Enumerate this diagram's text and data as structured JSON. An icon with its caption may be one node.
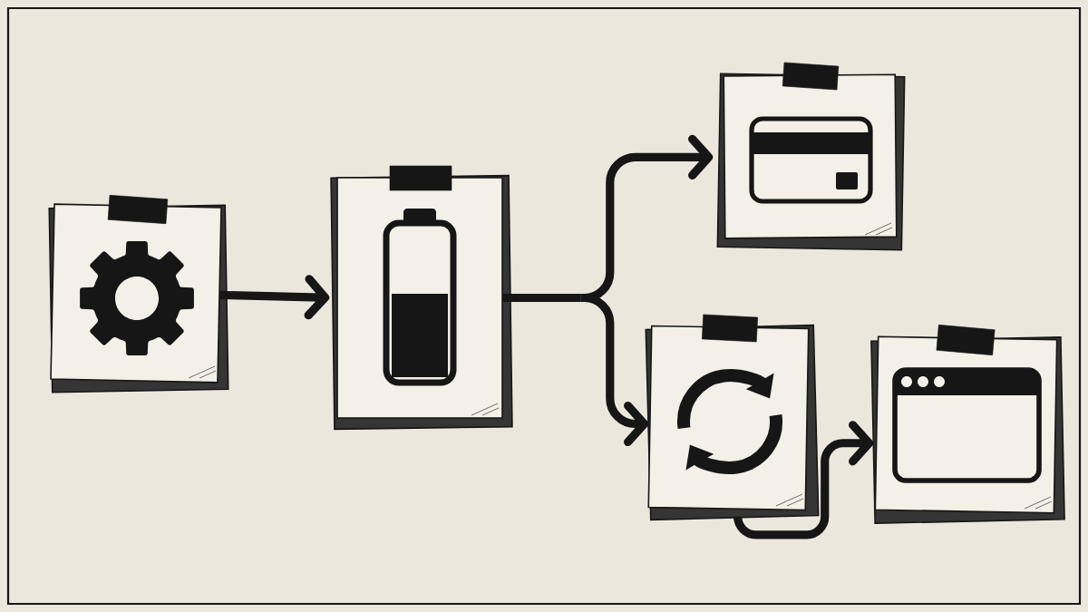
{
  "diagram": {
    "nodes": [
      {
        "text": [],
        "shape": "picture"
      },
      {
        "text": [],
        "shape": "picture"
      },
      {
        "text": [],
        "shape": "picture"
      },
      {
        "text": [],
        "shape": "picture"
      },
      {
        "text": [],
        "shape": "picture"
      }
    ],
    "edges": [
      {
        "from": 0,
        "to": 1,
        "arrow": "to"
      },
      {
        "from": 1,
        "to": 2,
        "arrow": "to"
      },
      {
        "from": 1,
        "to": 3,
        "arrow": "to"
      },
      {
        "from": 3,
        "to": 4,
        "arrow": "to"
      }
    ]
  }
}
